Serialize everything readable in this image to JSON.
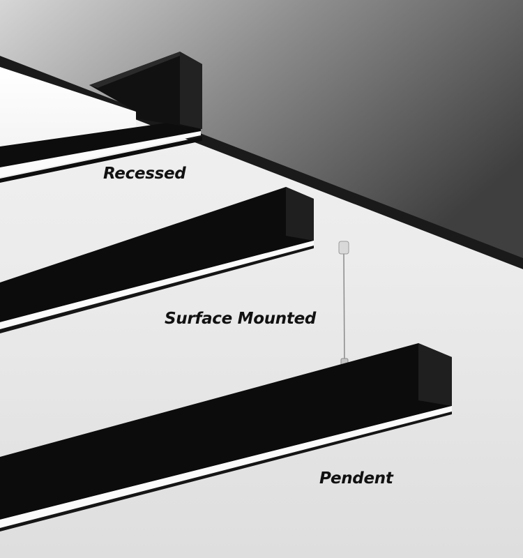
{
  "labels": {
    "recessed": "Recessed",
    "surface_mounted": "Surface Mounted",
    "pendent": "Pendent"
  },
  "colors": {
    "fixture_body": "#0d0d0d",
    "diffuser": "#fbfbfb",
    "ceiling_dark": "#4a4a4a",
    "ceiling_light": "#c9c9c9",
    "wall_background": "#ececec"
  }
}
